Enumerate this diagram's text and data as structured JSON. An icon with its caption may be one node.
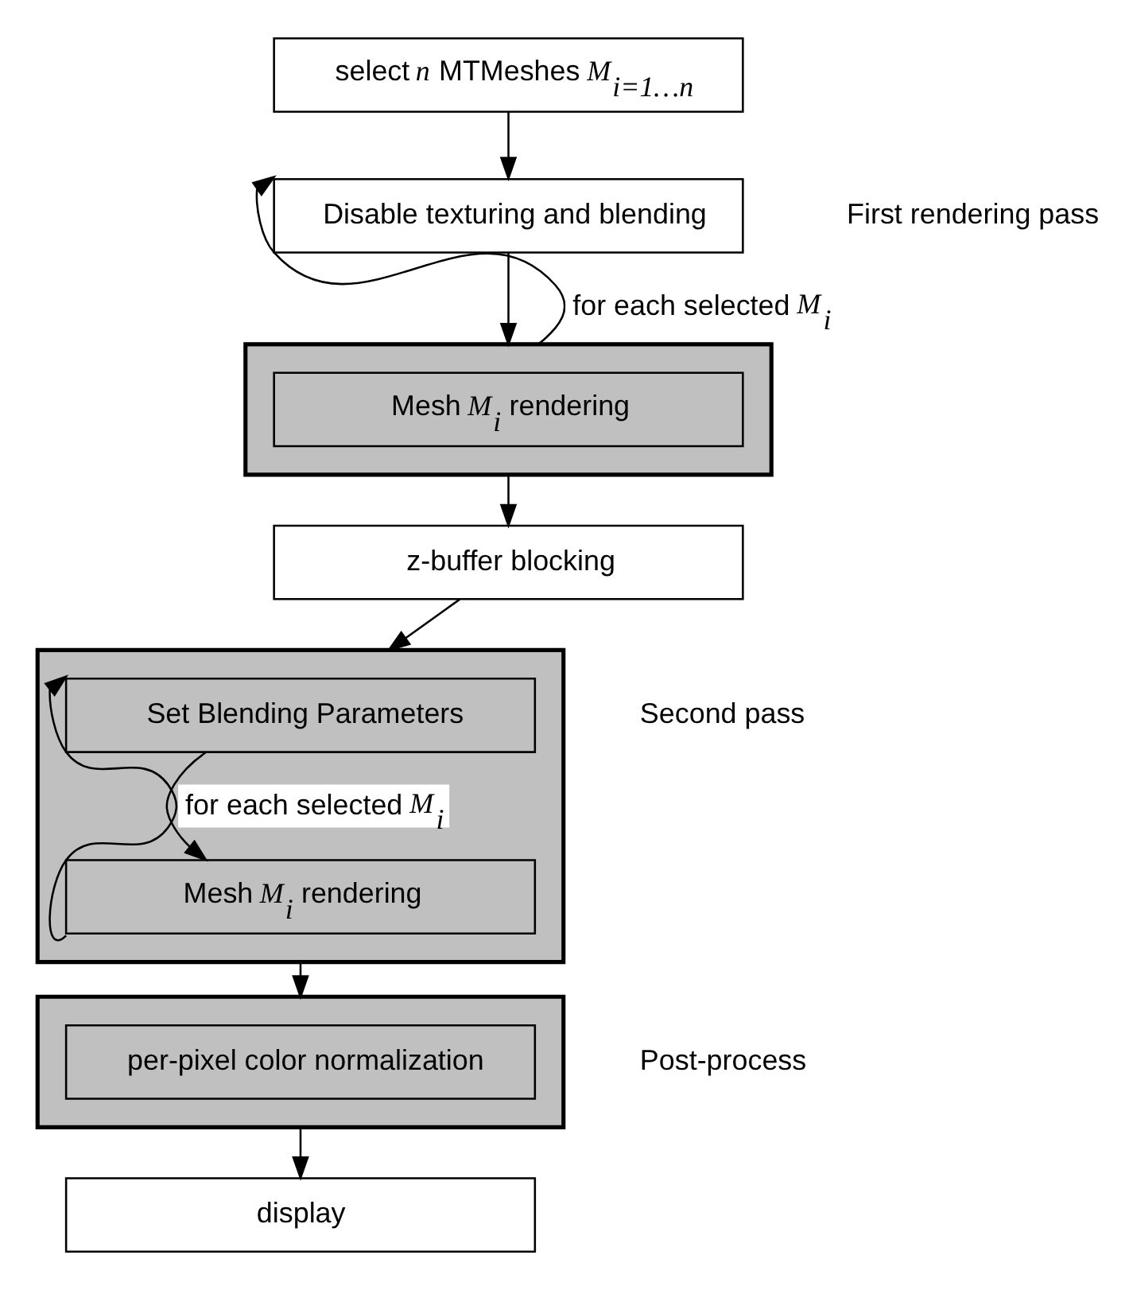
{
  "diagram": {
    "nodes": [
      {
        "text": [
          "select *n* MTMeshes *M*$_{i=1…n}$"
        ]
      },
      {
        "text": [
          "Disable texturing and blending"
        ]
      },
      {
        "text": [],
        "shape": "box"
      },
      {
        "text": [
          "Mesh *M*$_{i}$ rendering"
        ],
        "in": 2
      },
      {
        "text": [
          "z-buffer blocking"
        ]
      },
      {
        "text": [],
        "shape": "box"
      },
      {
        "text": [
          "Set Blending Parameters"
        ],
        "in": 5
      },
      {
        "text": [
          "Mesh *M*$_{i}$ rendering"
        ],
        "in": 5
      },
      {
        "text": [],
        "shape": "box"
      },
      {
        "text": [
          "per-pixel color normalization"
        ],
        "in": 8
      },
      {
        "text": [
          "display"
        ]
      }
    ],
    "edges": [
      {
        "from": 0,
        "to": 1,
        "arrow": "to"
      },
      {
        "from": 1,
        "to": 2,
        "arrow": "to"
      },
      {
        "from": 2,
        "to": 4,
        "arrow": "to"
      },
      {
        "from": 2,
        "to": 1,
        "arrow": "to",
        "label": "for each selected *M*$_{i}$"
      },
      {
        "from": 4,
        "to": 5,
        "arrow": "to"
      },
      {
        "from": 6,
        "to": 7,
        "arrow": "to"
      },
      {
        "from": 7,
        "to": 6,
        "arrow": "to",
        "label": "for each selected *M*$_{i}$"
      },
      {
        "from": 5,
        "to": 8,
        "arrow": "to"
      },
      {
        "from": 8,
        "to": 10,
        "arrow": "to"
      }
    ],
    "labels": [
      "First rendering pass",
      "Second pass",
      "Post-process"
    ]
  }
}
